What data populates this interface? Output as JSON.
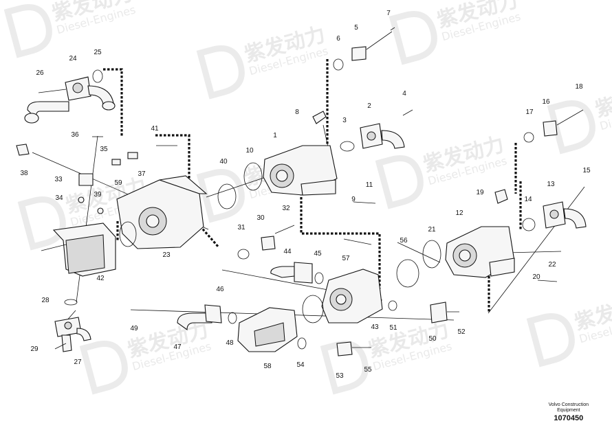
{
  "watermark": {
    "brand": "紫发动力",
    "sub": "Diesel-Engines"
  },
  "footer": {
    "brand_line1": "Volvo Construction",
    "brand_line2": "Equipment",
    "doc_number": "1070450"
  },
  "part_numbers": [
    "1",
    "2",
    "3",
    "4",
    "5",
    "6",
    "7",
    "8",
    "9",
    "10",
    "11",
    "12",
    "13",
    "14",
    "15",
    "16",
    "17",
    "18",
    "19",
    "20",
    "21",
    "22",
    "23",
    "24",
    "25",
    "26",
    "27",
    "28",
    "29",
    "30",
    "31",
    "32",
    "33",
    "34",
    "35",
    "36",
    "37",
    "38",
    "39",
    "40",
    "41",
    "42",
    "43",
    "44",
    "45",
    "46",
    "47",
    "48",
    "49",
    "50",
    "51",
    "52",
    "53",
    "54",
    "55",
    "56",
    "57",
    "58",
    "59"
  ]
}
